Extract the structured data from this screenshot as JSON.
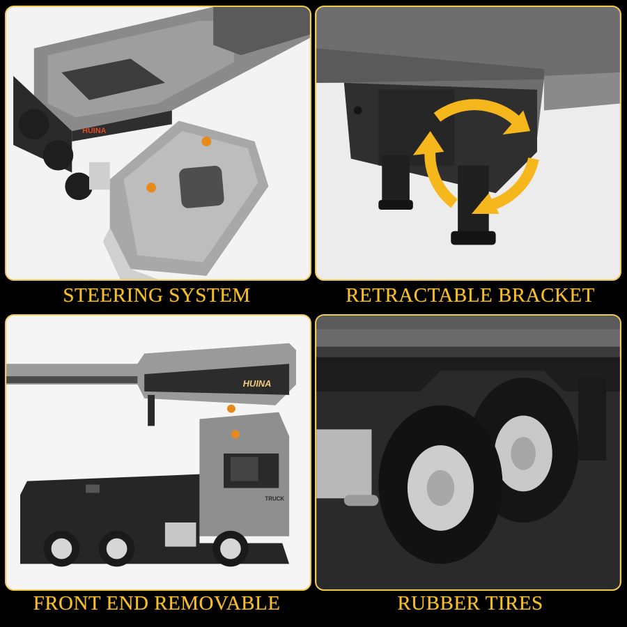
{
  "panels": [
    {
      "id": "steering",
      "caption": "STEERING SYSTEM",
      "brand_logo": "HUINA"
    },
    {
      "id": "bracket",
      "caption": "RETRACTABLE BRACKET",
      "icon": "rotation-arrows"
    },
    {
      "id": "front-end",
      "caption": "FRONT END REMOVABLE",
      "brand_logo": "HUINA",
      "cab_badge": "TRUCK"
    },
    {
      "id": "tires",
      "caption": "RUBBER TIRES"
    }
  ],
  "colors": {
    "background": "#000000",
    "border_gold": "#f2c94c",
    "caption_gold": "#f4be2c",
    "arrow_yellow": "#f5b71c",
    "lamp_orange": "#e8891c",
    "body_gray": "#8c8c8c",
    "dark_gray": "#2e2e2e"
  }
}
